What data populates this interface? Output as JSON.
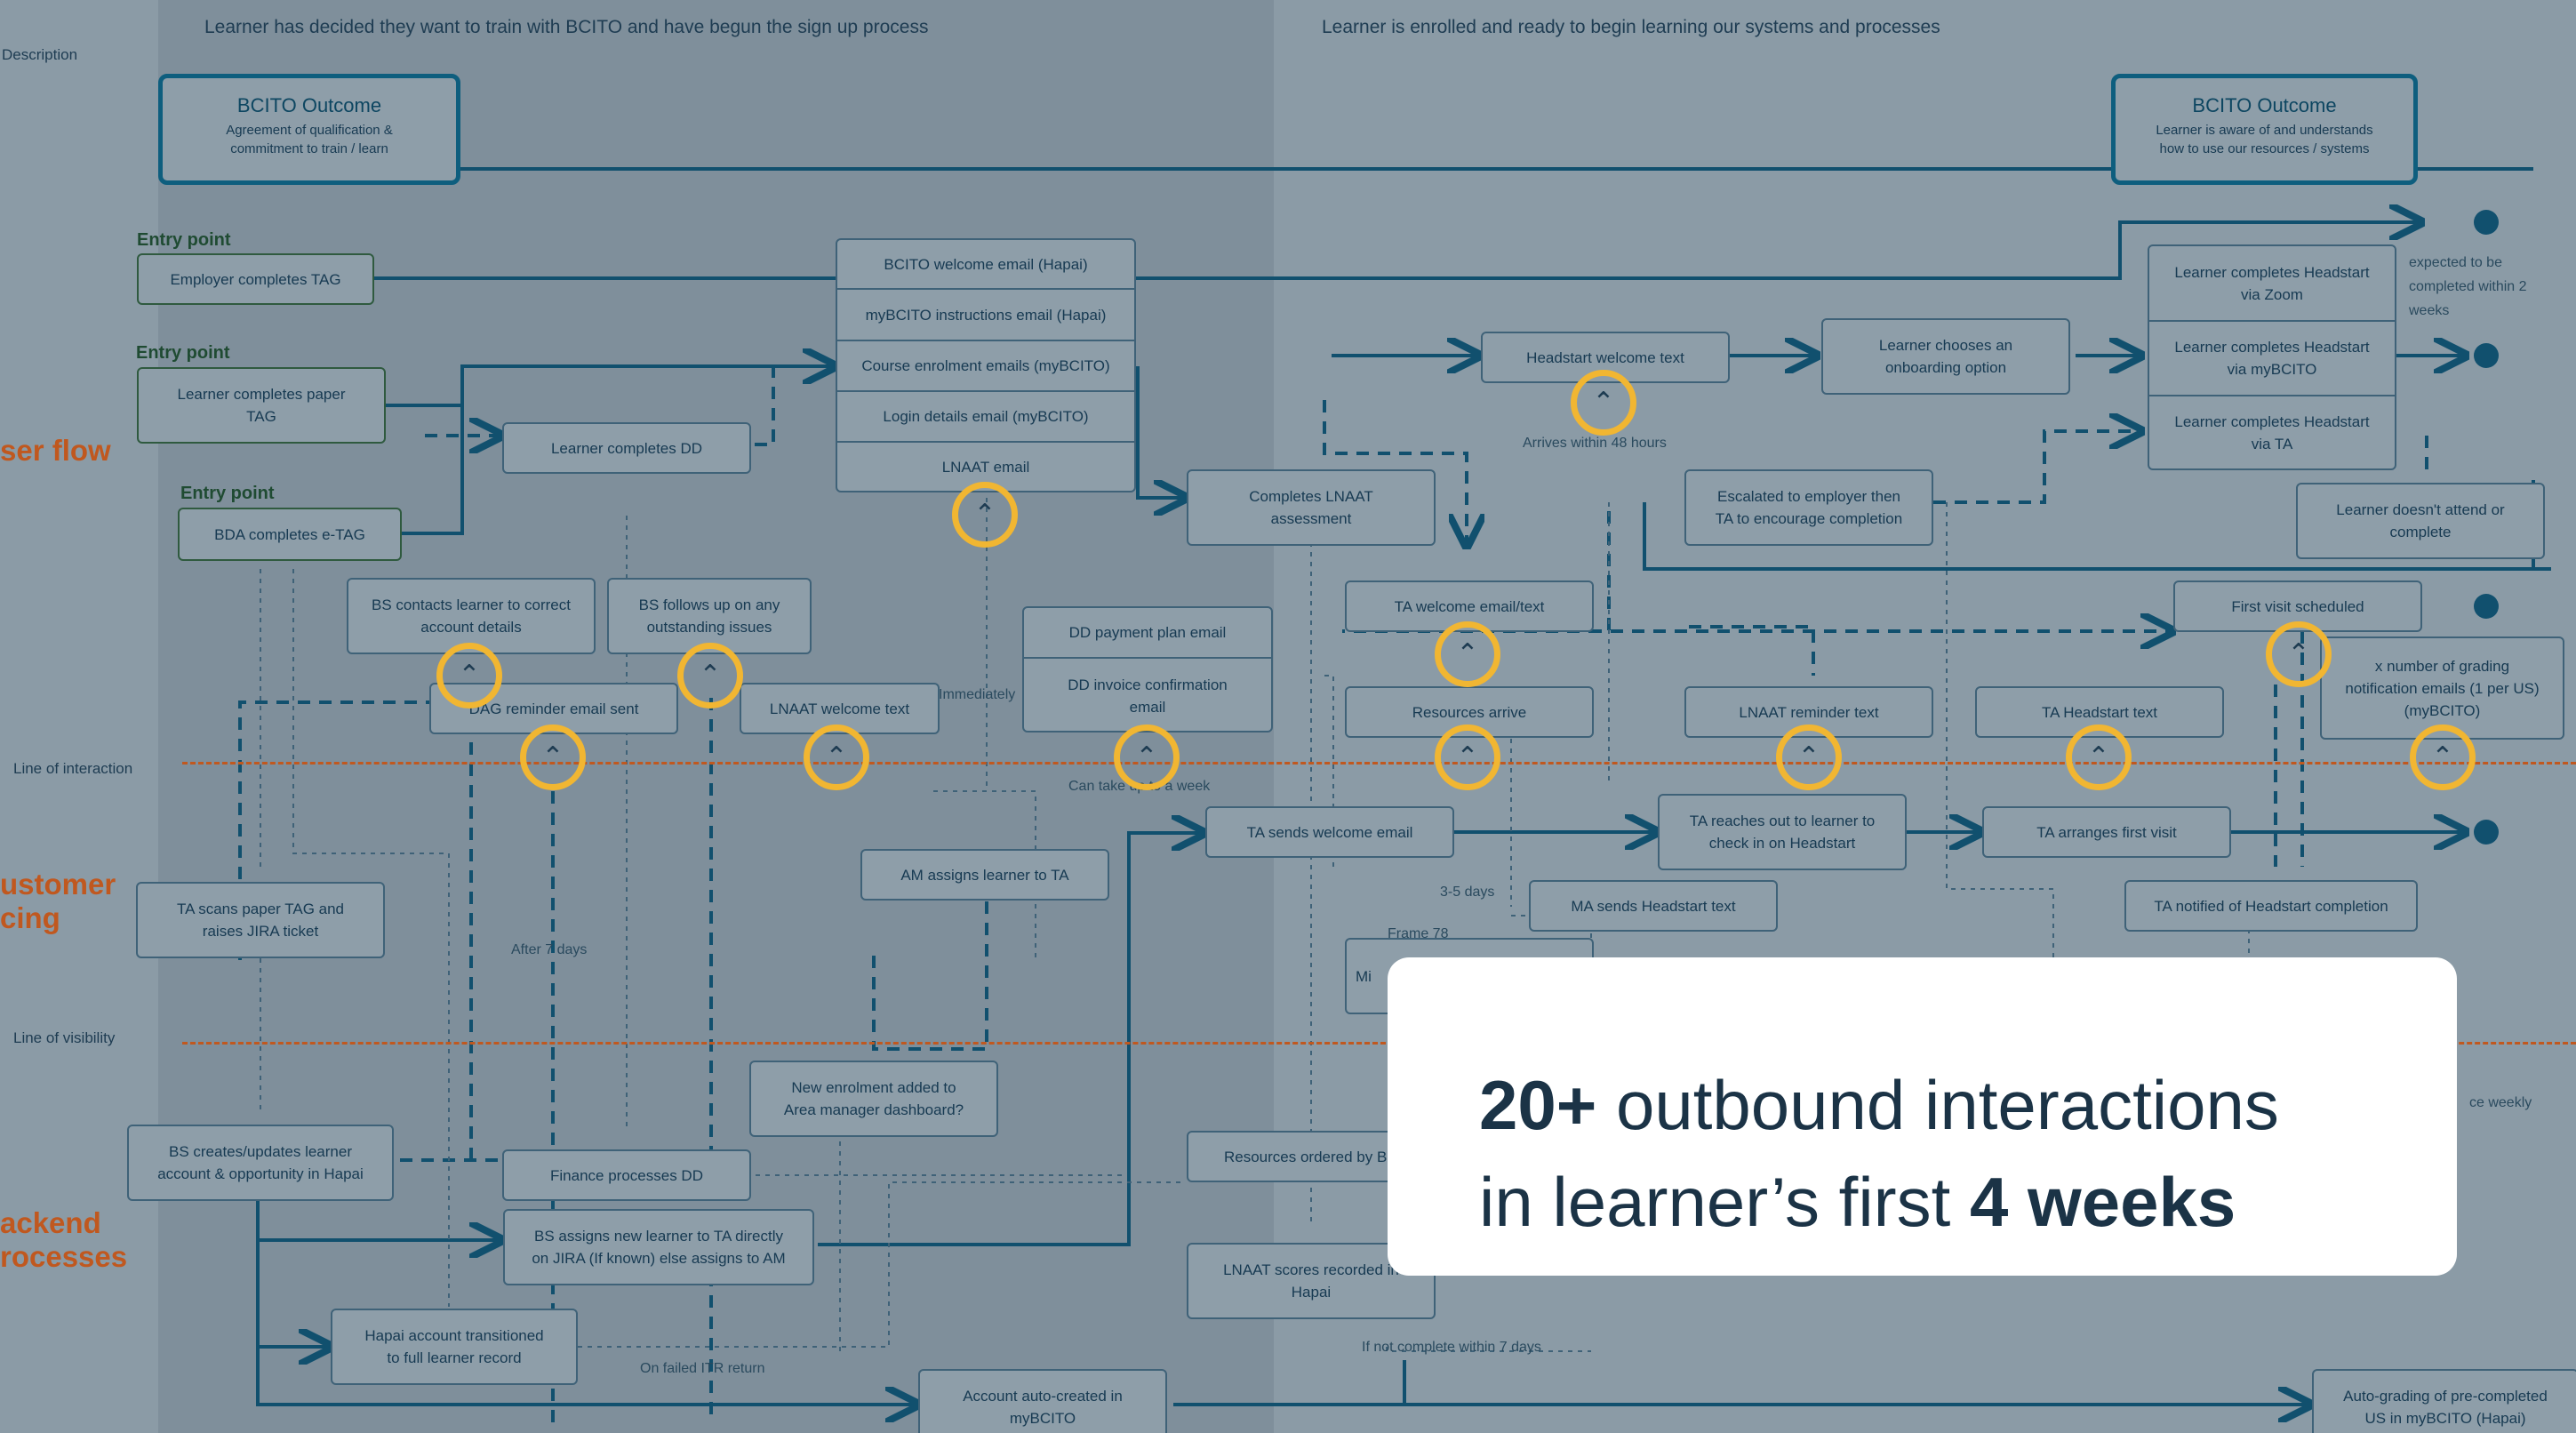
{
  "descriptions": {
    "left": "Learner has decided they want to train with BCITO and have begun the sign up process",
    "right": "Learner is enrolled and ready to begin learning our systems and processes",
    "row_label": "Description"
  },
  "outcomes": [
    {
      "title": "BCITO Outcome",
      "text": "Agreement of qualification &\ncommitment to train / learn"
    },
    {
      "title": "BCITO Outcome",
      "text": "Learner is aware of and understands\nhow to use our resources / systems"
    }
  ],
  "lanes": {
    "user_flow": "ser flow",
    "customer_facing": "ustomer\ncing",
    "backend": "ackend\nrocesses"
  },
  "lines": {
    "interaction": "Line of interaction",
    "visibility": "Line of visibility"
  },
  "entry_point_label": "Entry point",
  "nodes": {
    "employer_tag": "Employer completes TAG",
    "paper_tag": "Learner completes paper\nTAG",
    "bda_etag": "BDA completes e-TAG",
    "learner_dd": "Learner completes DD",
    "bs_contacts": "BS contacts learner to correct\naccount details",
    "bs_follows": "BS follows up on any\noutstanding issues",
    "reminder_email": "DAG reminder email sent",
    "lnaat_welcome_text": "LNAAT welcome text",
    "dd_payment": "DD payment plan email",
    "dd_invoice": "DD invoice confirmation\nemail",
    "completes_lnaat": "Completes LNAAT\nassessment",
    "headstart_welcome": "Headstart welcome text",
    "onboarding_option": "Learner chooses an\nonboarding option",
    "escalated": "Escalated to employer then\nTA to encourage completion",
    "ta_welcome_email_text": "TA welcome email/text",
    "resources_arrive": "Resources arrive",
    "lnaat_reminder": "LNAAT reminder text",
    "ta_headstart_text": "TA Headstart text",
    "first_visit": "First visit scheduled",
    "grading_emails": "x number of grading\nnotification emails (1 per US)\n(myBCITO)",
    "doesnt_attend": "Learner doesn't attend or\ncomplete",
    "ta_scans": "TA scans paper TAG and\nraises JIRA ticket",
    "am_assigns": "AM assigns learner to TA",
    "ta_sends_welcome": "TA sends welcome email",
    "ta_reaches_out": "TA reaches out to learner to\ncheck in on Headstart",
    "ta_arranges": "TA arranges first visit",
    "ta_notified": "TA notified of Headstart completion",
    "ma_sends": "MA sends Headstart text",
    "mi_partial": "Mi",
    "bs_creates": "BS creates/updates learner\naccount & opportunity in Hapai",
    "finance_dd": "Finance processes DD",
    "new_enrolment": "New enrolment added to\nArea manager dashboard?",
    "bs_assigns": "BS assigns new learner to TA directly\non JIRA (If known) else assigns to AM",
    "resources_ordered": "Resources ordered by B",
    "lnaat_scores": "LNAAT scores recorded in\nHapai",
    "hapai_transition": "Hapai account transitioned\nto full learner record",
    "account_auto": "Account auto-created in\nmyBCITO",
    "auto_grading": "Auto-grading of pre-completed\nUS in myBCITO (Hapai)"
  },
  "email_stack": [
    "BCITO welcome email (Hapai)",
    "myBCITO instructions email (Hapai)",
    "Course enrolment emails (myBCITO)",
    "Login details email (myBCITO)",
    "LNAAT email"
  ],
  "headstart_stack": [
    "Learner completes Headstart\nvia Zoom",
    "Learner completes Headstart\nvia myBCITO",
    "Learner completes Headstart\nvia TA"
  ],
  "notes": {
    "expected": "expected to be\ncompleted within 2\nweeks",
    "arrives": "Arrives within 48 hours",
    "immediately": "Immediately",
    "can_take": "Can take up to a week",
    "after7": "After 7 days",
    "days35": "3-5 days",
    "frame": "Frame 78",
    "failed_itr": "On failed ITR return",
    "not_complete": "If not complete within 7 days",
    "weekly": "ce weekly"
  },
  "touch_icon": "chevron-up-icon",
  "card": {
    "line1_bold": "20+",
    "line1_rest": " outbound interactions",
    "line2_rest": "in learner’s first ",
    "line2_bold": "4 weeks"
  },
  "colors": {
    "background": "#8b9ba6",
    "lane_shade": "#7f8f9b",
    "flow_line": "#11506e",
    "touchpoint": "#f1b632",
    "lane_label": "#c0581f",
    "card_text": "#1b3346"
  }
}
